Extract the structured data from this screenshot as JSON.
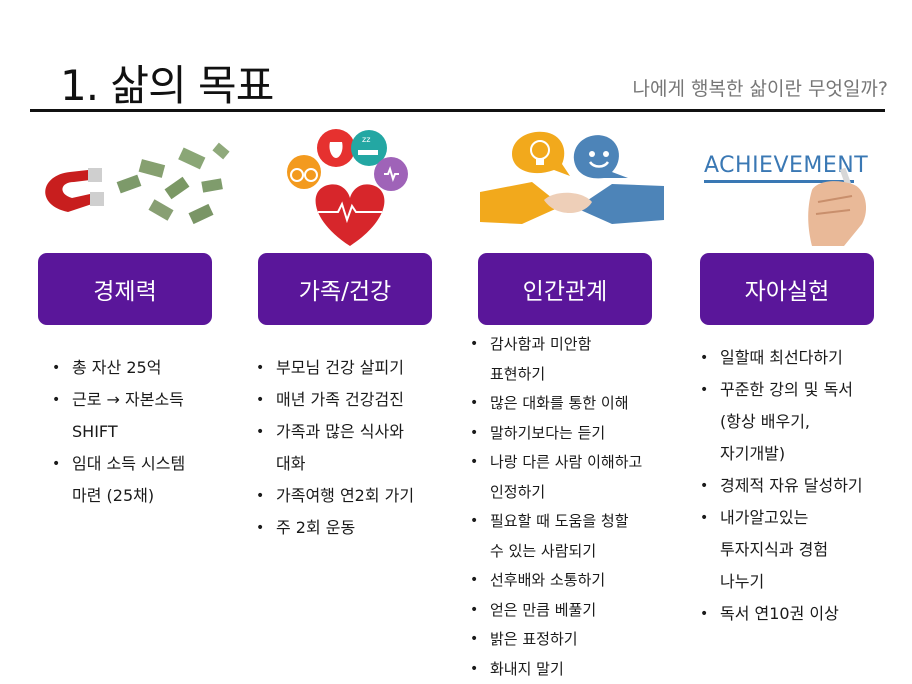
{
  "slide": {
    "title": "1. 삶의 목표",
    "subtitle": "나에게 행복한 삶이란 무엇일까?"
  },
  "columns": [
    {
      "label": "경제력",
      "illustration": "magnet-and-money",
      "items": [
        [
          "총 자산 25억"
        ],
        [
          "근로 → 자본소득",
          "SHIFT"
        ],
        [
          "임대 소득 시스템",
          "마련 (25채)"
        ]
      ]
    },
    {
      "label": "가족/건강",
      "illustration": "heart-health-icons",
      "items": [
        [
          "부모님 건강 살피기"
        ],
        [
          "매년 가족 건강검진"
        ],
        [
          "가족과 많은 식사와",
          "대화"
        ],
        [
          "가족여행 연2회 가기"
        ],
        [
          "주 2회 운동"
        ]
      ]
    },
    {
      "label": "인간관계",
      "illustration": "handshake-speech-bubbles",
      "items": [
        [
          "감사함과 미안함",
          "표현하기"
        ],
        [
          "많은 대화를 통한 이해"
        ],
        [
          "말하기보다는 듣기"
        ],
        [
          "나랑 다른 사람 이해하고",
          "인정하기"
        ],
        [
          "필요할 때 도움을 청할",
          "수 있는 사람되기"
        ],
        [
          "선후배와 소통하기"
        ],
        [
          "얻은 만큼 베풀기"
        ],
        [
          "밝은 표정하기"
        ],
        [
          "화내지 말기"
        ]
      ]
    },
    {
      "label": "자아실현",
      "illustration": "achievement-hand-marker",
      "illustration_text": "ACHIEVEMENT",
      "items": [
        [
          "일할때 최선다하기"
        ],
        [
          "꾸준한 강의 및 독서",
          "(항상 배우기,",
          "자기개발)"
        ],
        [
          "경제적 자유 달성하기"
        ],
        [
          "내가알고있는",
          "투자지식과 경험",
          "나누기"
        ],
        [
          "독서 연10권 이상"
        ]
      ]
    }
  ],
  "colors": {
    "box": "#5a169a",
    "rule": "#111111",
    "subtitle": "#777777"
  }
}
